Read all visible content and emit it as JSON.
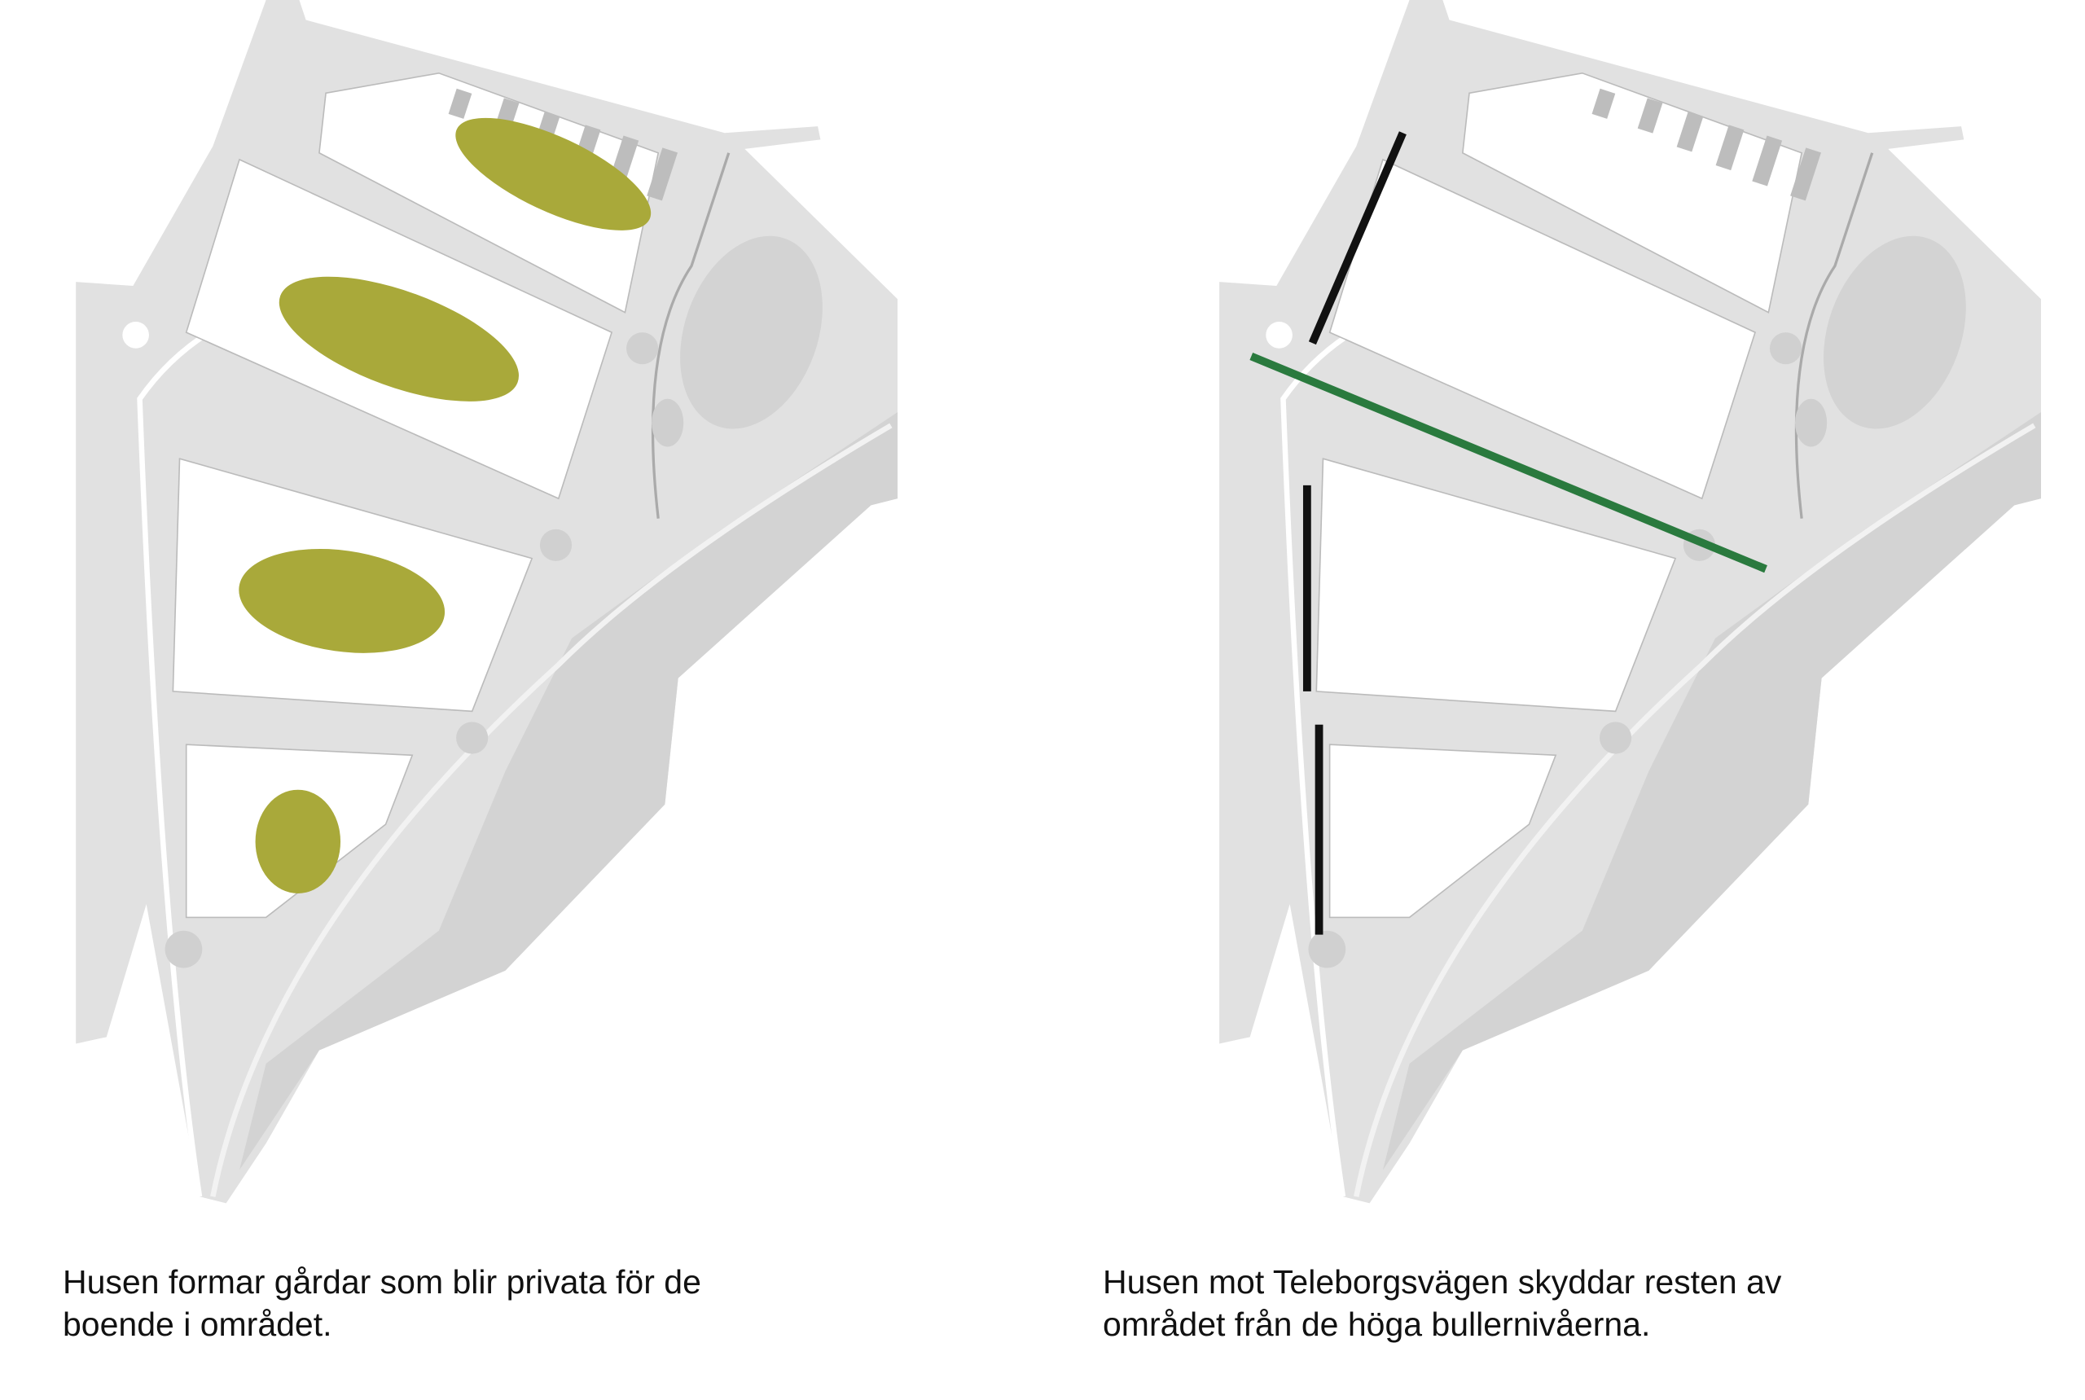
{
  "panels": [
    {
      "caption_line1": "Husen formar gårdar som blir privata för de",
      "caption_line2": "boende i området."
    },
    {
      "caption_line1": "Husen mot Teleborgsvägen skyddar resten av",
      "caption_line2": "området från de höga bullernivåerna."
    }
  ],
  "colors": {
    "site": "#e1e1e1",
    "site_dark": "#d3d3d3",
    "courtyard": "#a9a93a",
    "noise_barrier": "#111111",
    "road_line": "#2a7a3e"
  }
}
